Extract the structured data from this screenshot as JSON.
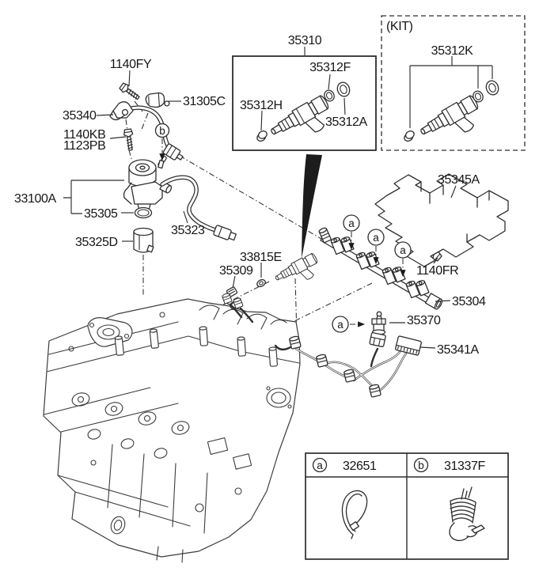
{
  "diagram": {
    "colors": {
      "line": "#2e2e2e",
      "background": "#ffffff",
      "arrow_fill": "#1c1c1c"
    },
    "labels": {
      "l1140FY": "1140FY",
      "l31305C": "31305C",
      "l35340": "35340",
      "l1140KB": "1140KB",
      "l1123PB": "1123PB",
      "l33100A": "33100A",
      "l35305": "35305",
      "l35323": "35323",
      "l35325D": "35325D",
      "l35310": "35310",
      "l35312F": "35312F",
      "l35312H": "35312H",
      "l35312A": "35312A",
      "kit": "(KIT)",
      "l35312K": "35312K",
      "l35345A": "35345A",
      "l1140FR": "1140FR",
      "l35304": "35304",
      "l33815E": "33815E",
      "l35309": "35309",
      "l35370": "35370",
      "l35341A": "35341A"
    },
    "callouts": {
      "a": "a",
      "b": "b"
    },
    "legend": {
      "items": [
        {
          "marker": "a",
          "part": "32651"
        },
        {
          "marker": "b",
          "part": "31337F"
        }
      ]
    }
  }
}
